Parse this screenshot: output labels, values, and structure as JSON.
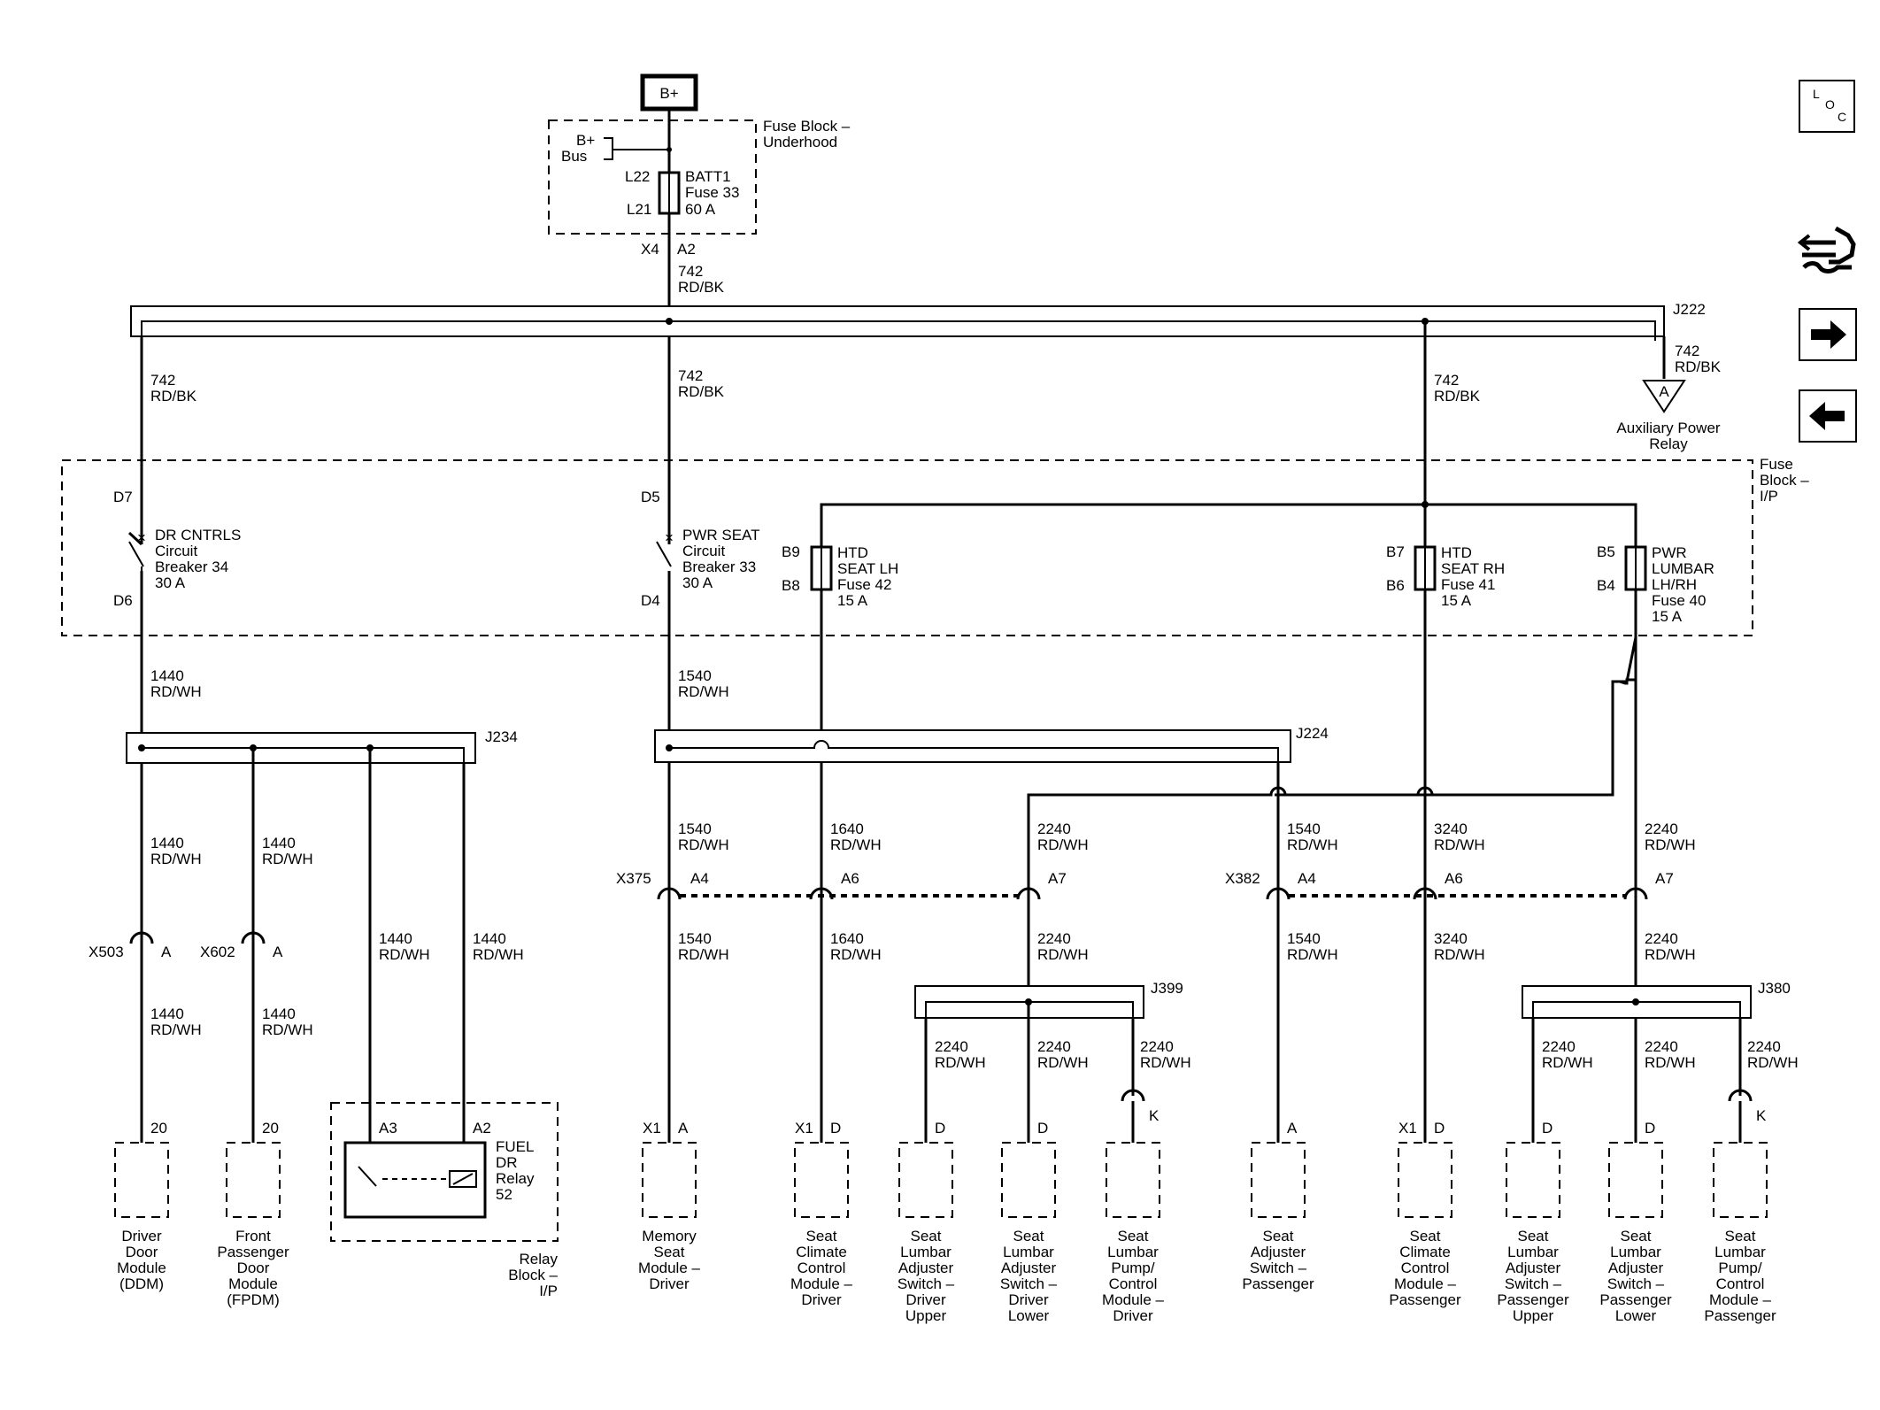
{
  "power": {
    "source": "B+"
  },
  "fuse_underhood": {
    "title1": "Fuse Block –",
    "title2": "Underhood",
    "bus1": "B+",
    "bus2": "Bus",
    "pin_top": "L22",
    "pin_bot": "L21",
    "fuse1": "BATT1",
    "fuse2": "Fuse 33",
    "fuse3": "60 A",
    "conn": "X4",
    "pin": "A2"
  },
  "wire742": {
    "num": "742",
    "color": "RD/BK"
  },
  "splices": {
    "j222": "J222",
    "j234": "J234",
    "j224": "J224",
    "j399": "J399",
    "j380": "J380"
  },
  "aux_relay": {
    "letter": "A",
    "line1": "Auxiliary Power",
    "line2": "Relay"
  },
  "fuse_ip": {
    "title1": "Fuse",
    "title2": "Block –",
    "title3": "I/P"
  },
  "cb34": {
    "pin_in": "D7",
    "pin_out": "D6",
    "l1": "DR CNTRLS",
    "l2": "Circuit",
    "l3": "Breaker 34",
    "l4": "30 A"
  },
  "cb33": {
    "pin_in": "D5",
    "pin_out": "D4",
    "l1": "PWR SEAT",
    "l2": "Circuit",
    "l3": "Breaker 33",
    "l4": "30 A"
  },
  "f42": {
    "pin_in": "B9",
    "pin_out": "B8",
    "l1": "HTD",
    "l2": "SEAT LH",
    "l3": "Fuse 42",
    "l4": "15 A"
  },
  "f41": {
    "pin_in": "B7",
    "pin_out": "B6",
    "l1": "HTD",
    "l2": "SEAT RH",
    "l3": "Fuse 41",
    "l4": "15 A"
  },
  "f40": {
    "pin_in": "B5",
    "pin_out": "B4",
    "l1": "PWR",
    "l2": "LUMBAR",
    "l3": "LH/RH",
    "l4": "Fuse 40",
    "l5": "15 A"
  },
  "wires": {
    "n1440": "1440",
    "n1540": "1540",
    "n1640": "1640",
    "n2240": "2240",
    "n3240": "3240",
    "rdwh": "RD/WH"
  },
  "connectors": {
    "x375": "X375",
    "x382": "X382",
    "x503": "X503",
    "x602": "X602",
    "x1": "X1",
    "a": "A",
    "a2": "A2",
    "a3": "A3",
    "a4": "A4",
    "a6": "A6",
    "a7": "A7",
    "d": "D",
    "k": "K",
    "p20": "20"
  },
  "relay": {
    "l1": "FUEL",
    "l2": "DR",
    "l3": "Relay",
    "l4": "52",
    "block1": "Relay",
    "block2": "Block –",
    "block3": "I/P"
  },
  "modules": {
    "ddm": [
      "Driver",
      "Door",
      "Module",
      "(DDM)"
    ],
    "fpdm": [
      "Front",
      "Passenger",
      "Door",
      "Module",
      "(FPDM)"
    ],
    "memory": [
      "Memory",
      "Seat",
      "Module –",
      "Driver"
    ],
    "climate_d": [
      "Seat",
      "Climate",
      "Control",
      "Module –",
      "Driver"
    ],
    "lumbar_du": [
      "Seat",
      "Lumbar",
      "Adjuster",
      "Switch –",
      "Driver",
      "Upper"
    ],
    "lumbar_dl": [
      "Seat",
      "Lumbar",
      "Adjuster",
      "Switch –",
      "Driver",
      "Lower"
    ],
    "pump_d": [
      "Seat",
      "Lumbar",
      "Pump/",
      "Control",
      "Module –",
      "Driver"
    ],
    "adj_p": [
      "Seat",
      "Adjuster",
      "Switch –",
      "Passenger"
    ],
    "climate_p": [
      "Seat",
      "Climate",
      "Control",
      "Module –",
      "Passenger"
    ],
    "lumbar_pu": [
      "Seat",
      "Lumbar",
      "Adjuster",
      "Switch –",
      "Passenger",
      "Upper"
    ],
    "lumbar_pl": [
      "Seat",
      "Lumbar",
      "Adjuster",
      "Switch –",
      "Passenger",
      "Lower"
    ],
    "pump_p": [
      "Seat",
      "Lumbar",
      "Pump/",
      "Control",
      "Module –",
      "Passenger"
    ]
  },
  "nav": {
    "loc_l": "L",
    "loc_o": "O",
    "loc_c": "C",
    "icons": [
      "harness-icon",
      "arrow-right-icon",
      "arrow-left-icon"
    ]
  }
}
